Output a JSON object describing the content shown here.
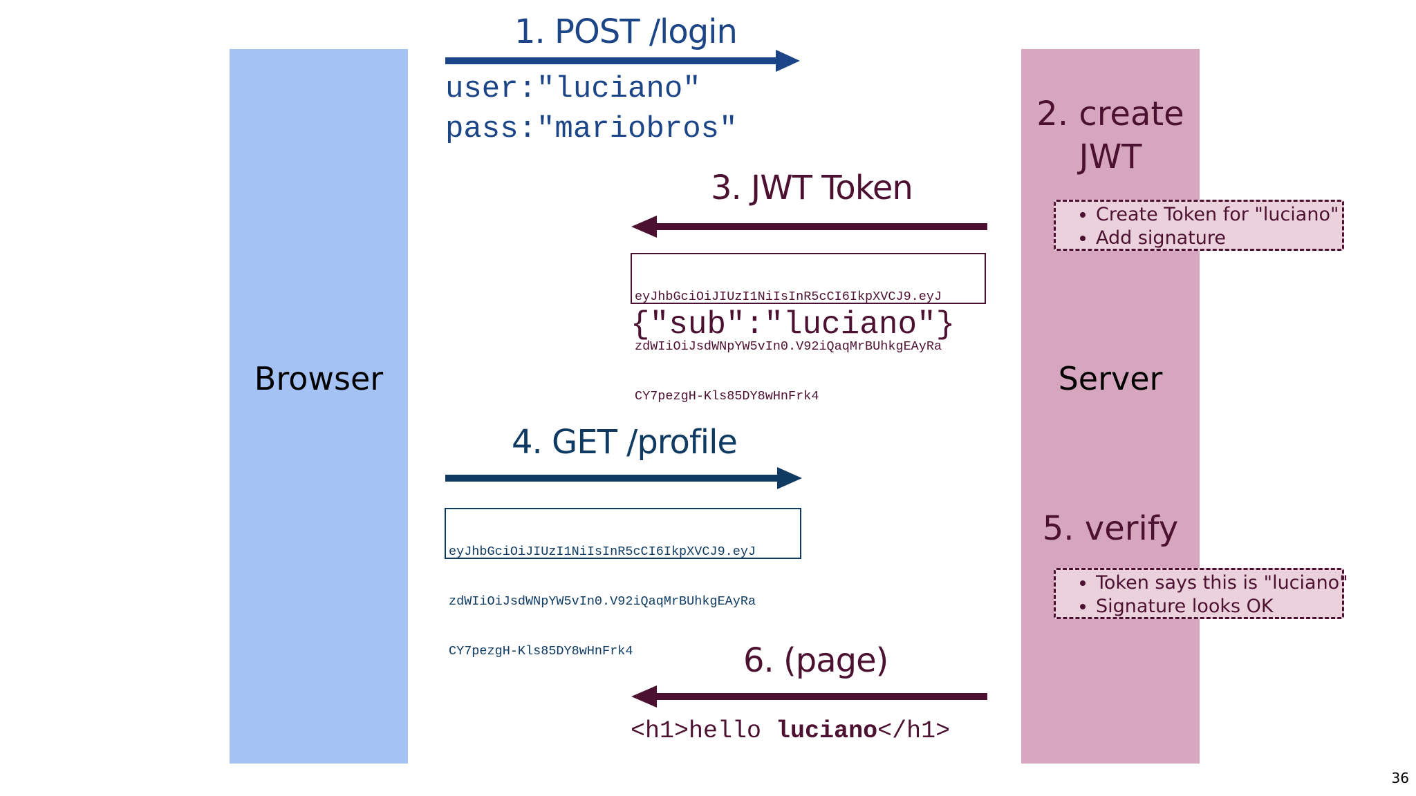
{
  "browser": {
    "label": "Browser"
  },
  "server": {
    "label": "Server"
  },
  "steps": {
    "login": {
      "label": "1. POST /login",
      "user": "user:\"luciano\"",
      "pass": "pass:\"mariobros\""
    },
    "create": {
      "label_line1": "2. create",
      "label_line2": "JWT",
      "bullets": [
        "Create Token for \"luciano\"",
        "Add signature"
      ]
    },
    "token": {
      "label": "3. JWT Token",
      "token_lines": [
        "eyJhbGciOiJIUzI1NiIsInR5cCI6IkpXVCJ9.eyJ",
        "zdWIiOiJsdWNpYW5vIn0.V92iQaqMrBUhkgEAyRa",
        "CY7pezgH-Kls85DY8wHnFrk4"
      ],
      "payload": "{\"sub\":\"luciano\"}"
    },
    "profile": {
      "label": "4. GET /profile",
      "token_lines": [
        "eyJhbGciOiJIUzI1NiIsInR5cCI6IkpXVCJ9.eyJ",
        "zdWIiOiJsdWNpYW5vIn0.V92iQaqMrBUhkgEAyRa",
        "CY7pezgH-Kls85DY8wHnFrk4"
      ]
    },
    "verify": {
      "label": "5. verify",
      "bullets": [
        "Token says this is \"luciano\"",
        "Signature looks OK"
      ]
    },
    "page": {
      "label": "6. (page)",
      "response_prefix": "<h1>hello ",
      "response_name": "luciano",
      "response_suffix": "</h1>"
    }
  },
  "page_number": "36",
  "colors": {
    "browser": "#a4c2f4",
    "server": "#d5a6bd",
    "request_arrow": "#1c4587",
    "response_arrow": "#4c1130",
    "note_fill": "#ead1dc"
  }
}
